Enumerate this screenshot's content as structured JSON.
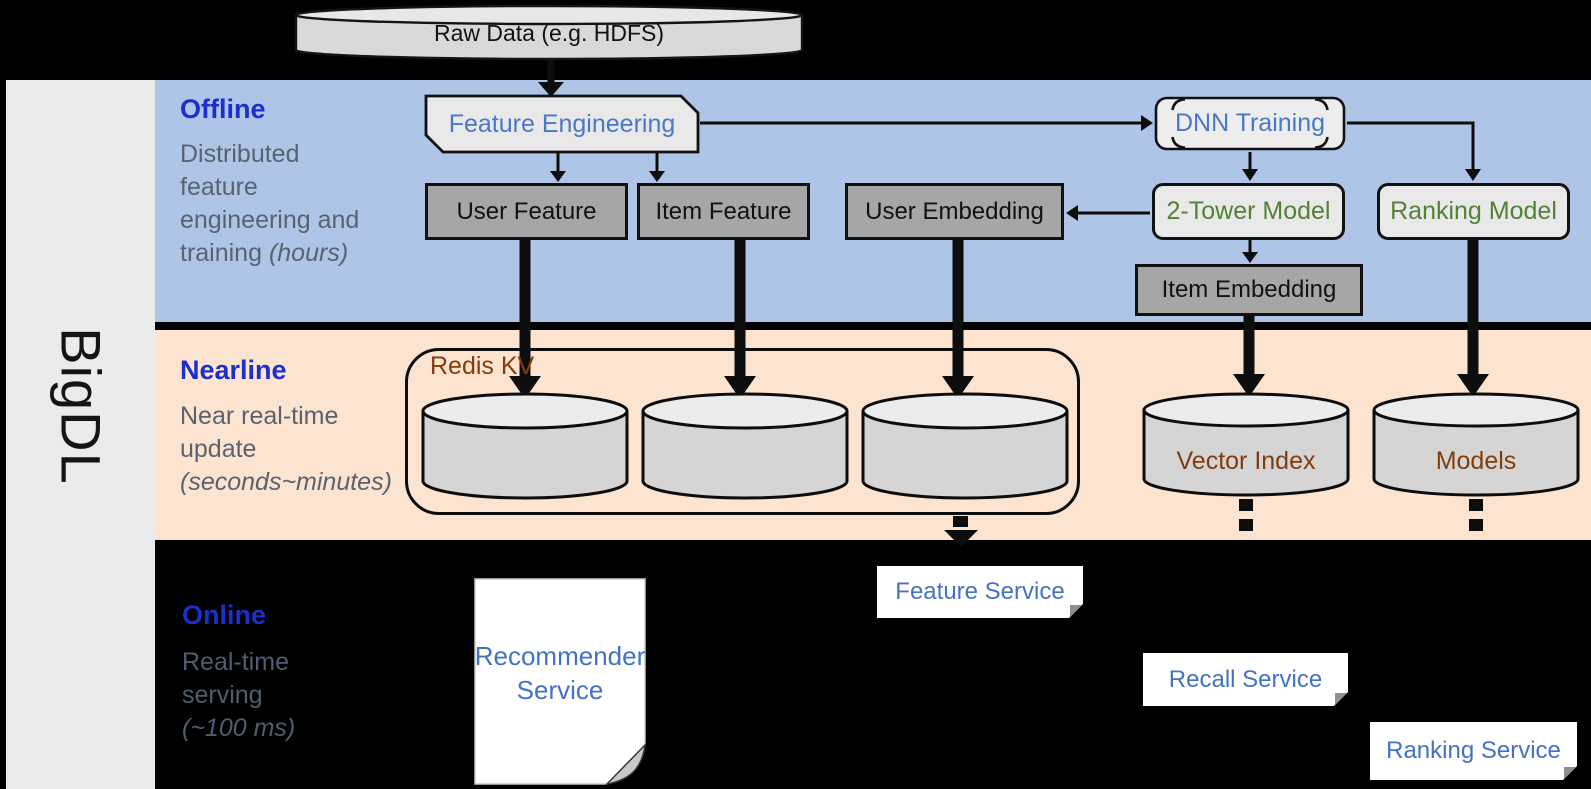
{
  "brand": "BigDL",
  "sections": {
    "offline": {
      "title": "Offline",
      "caption": [
        "Distributed",
        "feature",
        "engineering and",
        "training"
      ],
      "caption_italic": "(hours)"
    },
    "nearline": {
      "title": "Nearline",
      "caption": [
        "Near real-time",
        "update"
      ],
      "caption_italic": "(seconds~minutes)"
    },
    "online": {
      "title": "Online",
      "caption": [
        "Real-time",
        "serving"
      ],
      "caption_italic": "(~100 ms)"
    }
  },
  "nodes": {
    "raw_data": "Raw Data (e.g. HDFS)",
    "feature_engineering": "Feature Engineering",
    "dnn_training": "DNN Training",
    "user_feature": "User Feature",
    "item_feature": "Item Feature",
    "user_embedding": "User Embedding",
    "two_tower_model": "2-Tower Model",
    "ranking_model": "Ranking Model",
    "item_embedding": "Item Embedding",
    "redis_kv": "Redis KV",
    "vector_index": "Vector Index",
    "models": "Models",
    "recommender_service_line1": "Recommender",
    "recommender_service_line2": "Service",
    "feature_service": "Feature Service",
    "recall_service": "Recall Service",
    "ranking_service": "Ranking Service"
  },
  "colors": {
    "background": "#000000",
    "offline_band": "#aec5e8",
    "nearline_band": "#fce4d1",
    "sidebar": "#ebebeb",
    "section_title_blue": "#1c2ecb",
    "caption_gray": "#5a6270",
    "node_blue_text": "#4472c4",
    "model_green_text": "#538135",
    "storage_brown_text": "#843c0c",
    "dark_box_fill": "#a6a6a6",
    "light_box_fill": "#e9e9e9",
    "cylinder_fill": "#d5d5d5"
  }
}
